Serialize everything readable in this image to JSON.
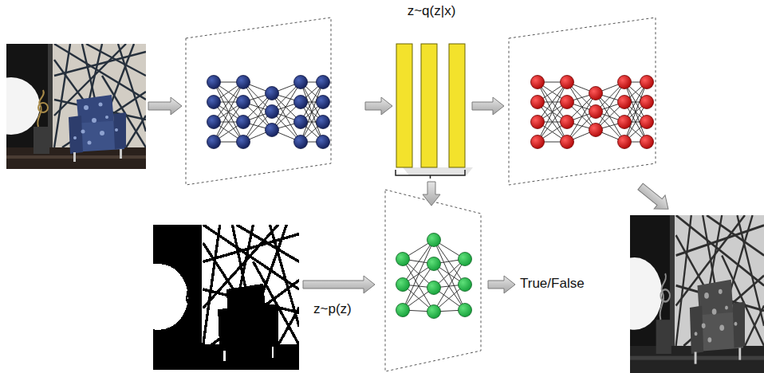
{
  "diagram": {
    "nodes": [
      {
        "text": [
          "z~q(z|x)"
        ]
      }
    ],
    "labels": [
      "z~p(z)",
      "True/False"
    ]
  }
}
